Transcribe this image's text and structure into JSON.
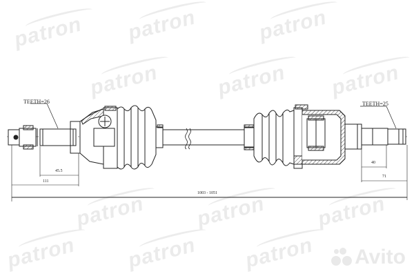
{
  "watermarks": {
    "brand": "patron",
    "marketplace": "Avito"
  },
  "drawing": {
    "left_spline_label": "TEETH=26",
    "right_spline_label": "TEETH=25",
    "dims": {
      "left_inner": "45.5",
      "left_outer": "111",
      "right_inner": "40",
      "right_outer": "71",
      "overall": "1003 - 1051"
    }
  },
  "colors": {
    "line": "#222222",
    "hatch": "#444444",
    "watermark": "#ebebeb",
    "background": "#ffffff"
  }
}
